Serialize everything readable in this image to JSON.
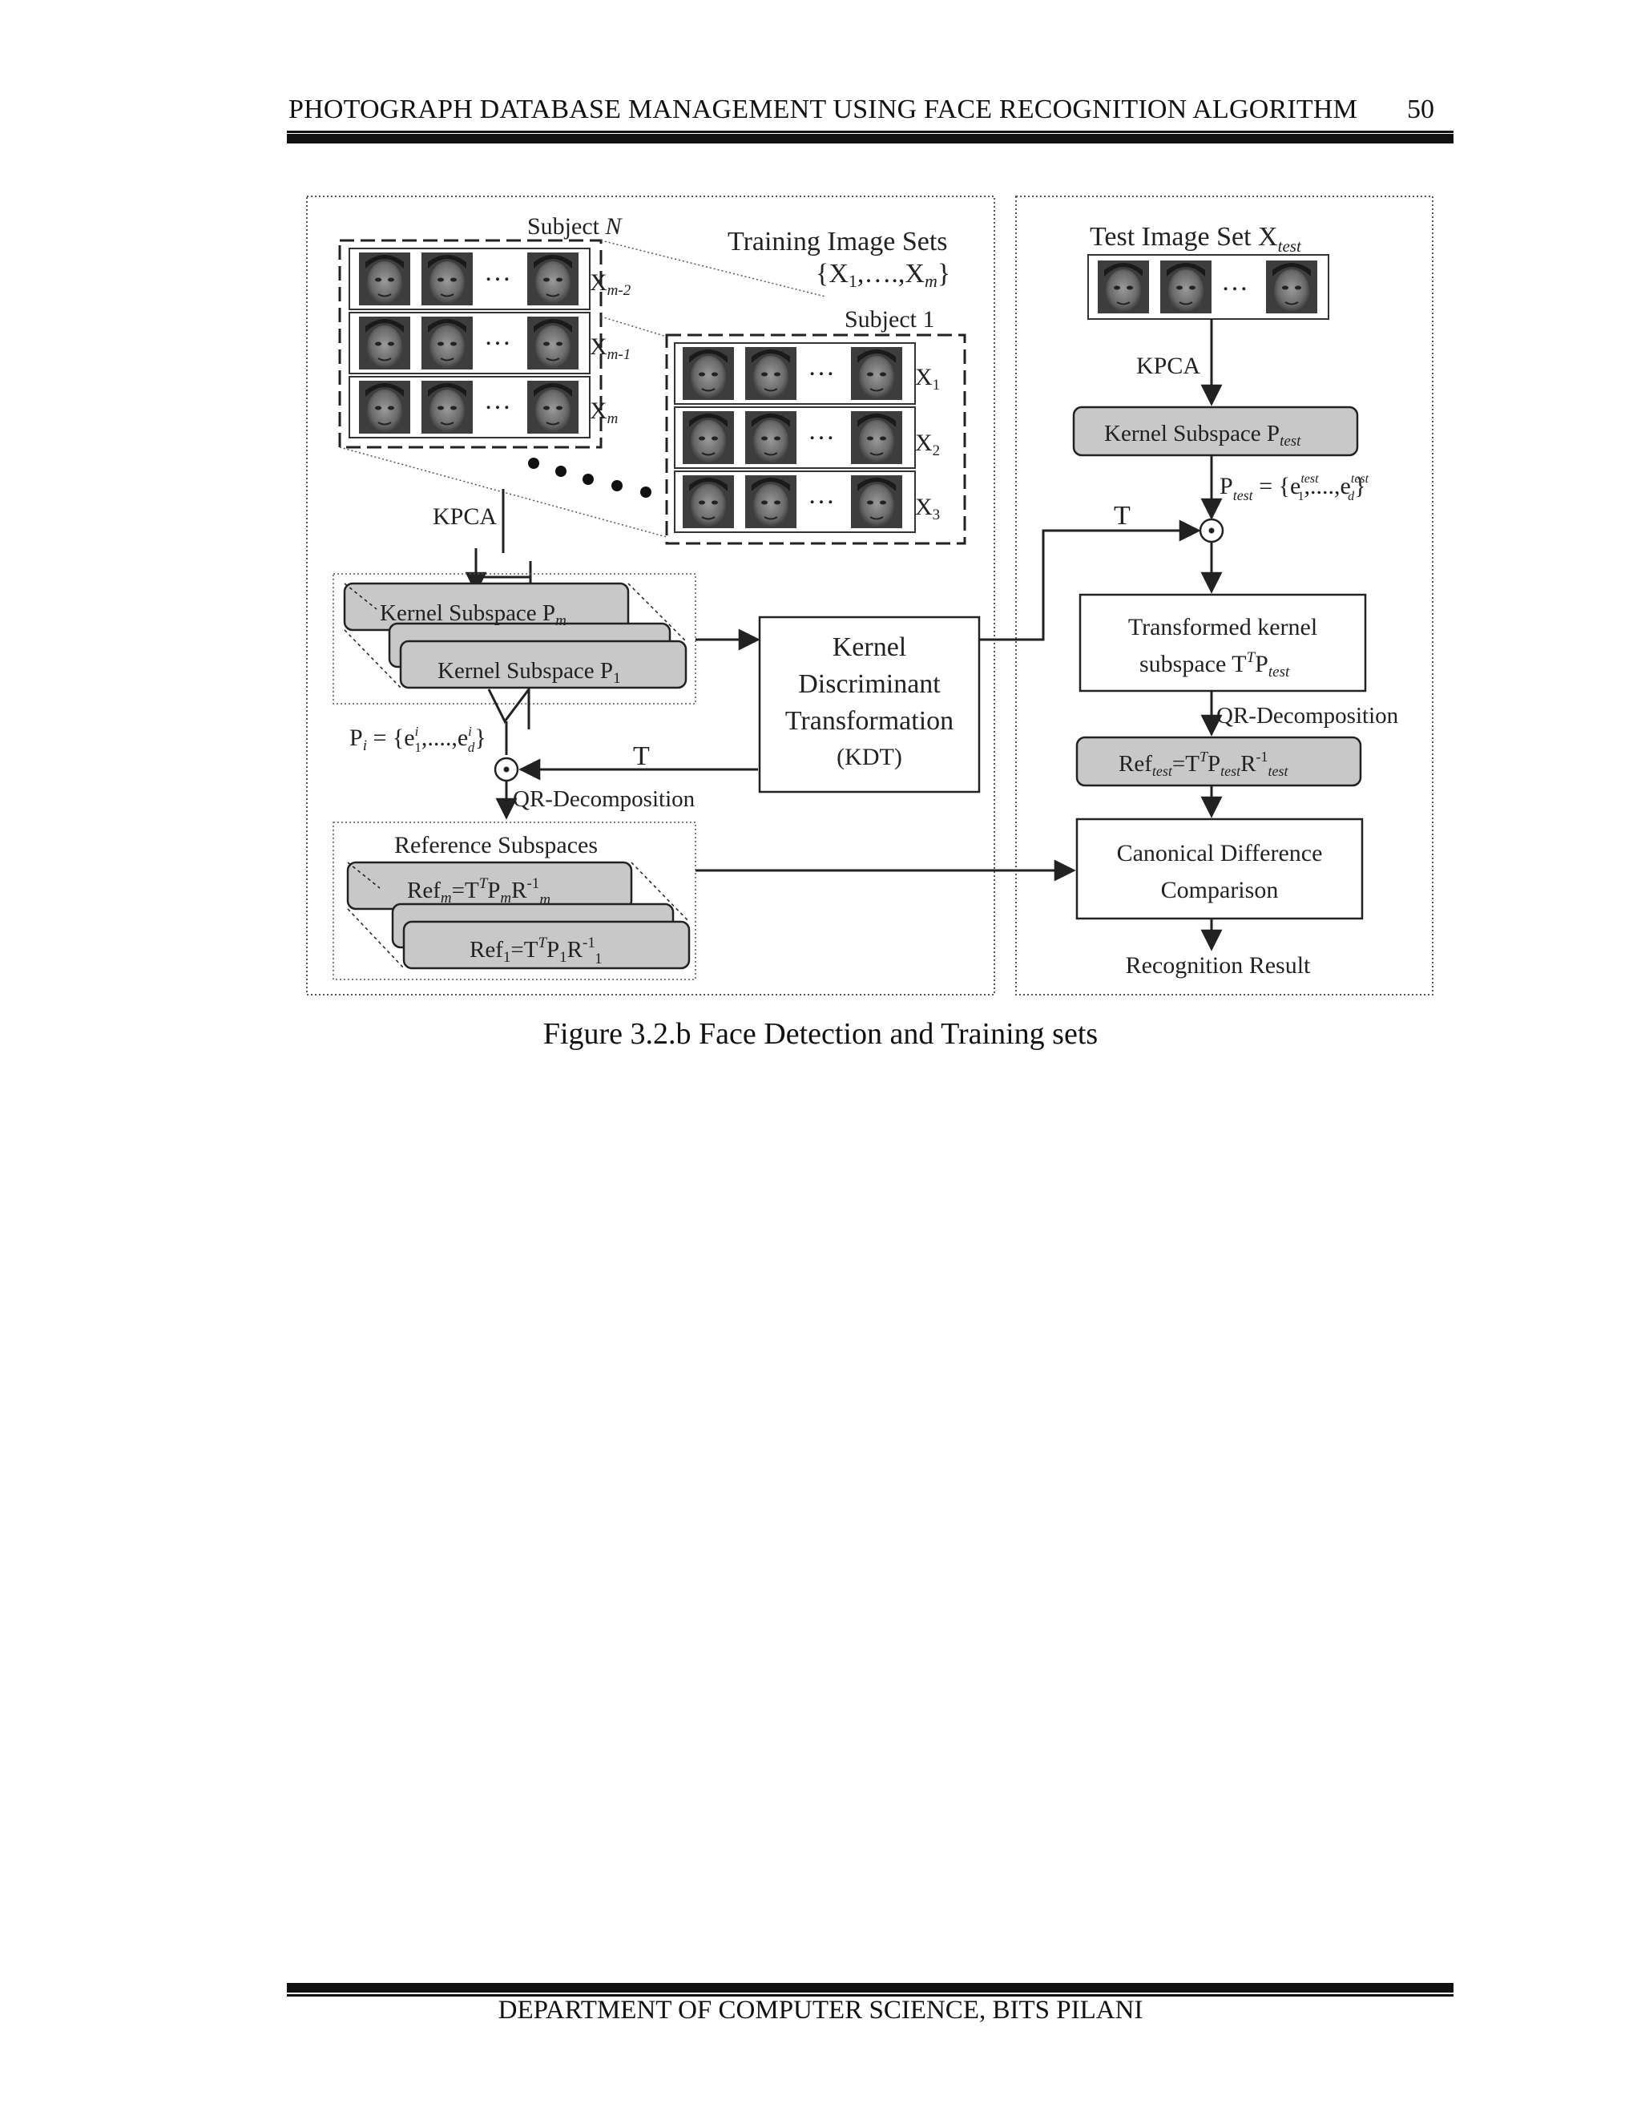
{
  "header": {
    "title": "PHOTOGRAPH DATABASE MANAGEMENT USING FACE RECOGNITION ALGORITHM",
    "page_number": "50"
  },
  "figure": {
    "subject_n": "Subject ",
    "subject_n_var": "N",
    "training_title": "Training Image Sets",
    "training_set_open": "{X",
    "training_set_sub1": "1",
    "training_set_mid": ",….,X",
    "training_set_subm": "m",
    "training_set_close": "}",
    "subject_1": "Subject 1",
    "row_labels_left": [
      {
        "base": "X",
        "sub": "m-2"
      },
      {
        "base": "X",
        "sub": "m-1"
      },
      {
        "base": "X",
        "sub": "m"
      }
    ],
    "row_labels_right": [
      {
        "base": "X",
        "sub": "1"
      },
      {
        "base": "X",
        "sub": "2"
      },
      {
        "base": "X",
        "sub": "3"
      }
    ],
    "ellipsis": "…",
    "kpca": "KPCA",
    "kernel_subspace_m": "Kernel Subspace P",
    "kernel_subspace_m_sub": "m",
    "kernel_subspace_1": "Kernel Subspace P",
    "kernel_subspace_1_sub": "1",
    "pi_formula": "P",
    "pi_sub": "i",
    "pi_rhs": " = {e",
    "pi_e1_sup": "i",
    "pi_e1_sub": "1",
    "pi_mid": ",....,e",
    "pi_ed_sup": "i",
    "pi_ed_sub": "d",
    "pi_close": "}",
    "t_symbol": "T",
    "kdt_lines": [
      "Kernel",
      "Discriminant",
      "Transformation",
      "(KDT)"
    ],
    "qr_decomposition": "QR-Decomposition",
    "reference_subspaces": "Reference Subspaces",
    "ref_m": {
      "a": "Ref",
      "a_sub": "m",
      "b": "=T",
      "b_sup": "T",
      "c": "P",
      "c_sub": "m",
      "d": "R",
      "d_sup": "-1",
      "d_sub": "m"
    },
    "ref_1": {
      "a": "Ref",
      "a_sub": "1",
      "b": "=T",
      "b_sup": "T",
      "c": "P",
      "c_sub": "1",
      "d": "R",
      "d_sup": "-1",
      "d_sub": "1"
    },
    "test_title": "Test Image Set X",
    "test_title_sub": "test",
    "kernel_subspace_test": "Kernel Subspace P",
    "kernel_subspace_test_sub": "test",
    "ptest": "P",
    "ptest_sub": "test",
    "ptest_rhs": " = {e",
    "ptest_e1_sup": "test",
    "ptest_e1_sub": "1",
    "ptest_mid": ",....,e",
    "ptest_ed_sup": "test",
    "ptest_ed_sub": "d",
    "ptest_close": "}",
    "transformed_line1": "Transformed kernel",
    "transformed_line2": "subspace T",
    "transformed_sup": "T",
    "transformed_p": "P",
    "transformed_sub": "test",
    "ref_test": {
      "a": "Ref",
      "a_sub": "test",
      "b": "=T",
      "b_sup": "T",
      "c": "P",
      "c_sub": "test",
      "d": "R",
      "d_sup": "-1",
      "d_sub": "test"
    },
    "canonical_lines": [
      "Canonical Difference",
      "Comparison"
    ],
    "recognition_result": "Recognition Result"
  },
  "caption": "Figure 3.2.b  Face Detection and Training sets",
  "footer": "DEPARTMENT OF COMPUTER SCIENCE, BITS PILANI",
  "colors": {
    "box_fill": "#c8c8c8",
    "ink": "#222222",
    "face_dark": "#3a3a3a",
    "face_light": "#9a9a9a"
  }
}
